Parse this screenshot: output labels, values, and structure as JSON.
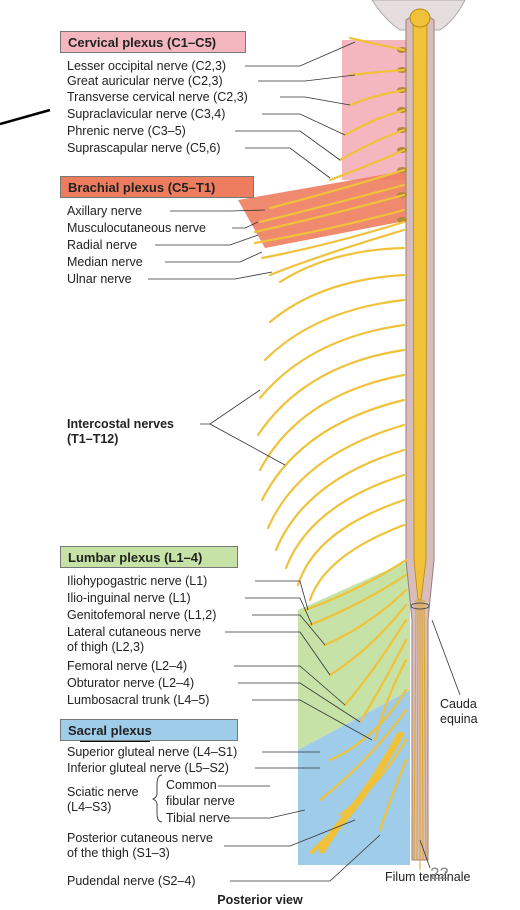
{
  "cervical": {
    "header": "Cervical plexus (C1–C5)",
    "nerves": [
      "Lesser occipital nerve (C2,3)",
      "Great auricular nerve (C2,3)",
      "Transverse cervical nerve (C2,3)",
      "Supraclavicular nerve (C3,4)",
      "Phrenic nerve (C3–5)",
      "Suprascapular nerve (C5,6)"
    ]
  },
  "brachial": {
    "header": "Brachial plexus (C5–T1)",
    "nerves": [
      "Axillary nerve",
      "Musculocutaneous nerve",
      "Radial nerve",
      "Median nerve",
      "Ulnar nerve"
    ]
  },
  "intercostal": {
    "label_line1": "Intercostal nerves",
    "label_line2": "(T1–T12)"
  },
  "lumbar": {
    "header": "Lumbar plexus (L1–4)",
    "nerves": [
      "Iliohypogastric nerve (L1)",
      "Ilio-inguinal nerve (L1)",
      "Genitofemoral nerve (L1,2)",
      "Lateral cutaneous nerve",
      "of thigh (L2,3)",
      "Femoral nerve (L2–4)",
      "Obturator nerve (L2–4)",
      "Lumbosacral trunk (L4–5)"
    ]
  },
  "sacral": {
    "header": "Sacral plexus",
    "nerves": [
      "Superior gluteal nerve (L4–S1)",
      "Inferior gluteal nerve (L5–S2)",
      "Sciatic nerve",
      "(L4–S3)",
      "Common",
      "fibular nerve",
      "Tibial nerve",
      "Posterior cutaneous nerve",
      "of the thigh (S1–3)",
      "Pudendal nerve (S2–4)"
    ]
  },
  "cauda": {
    "line1": "Cauda",
    "line2": "equina"
  },
  "filum": "Filum terminale",
  "page_number": "22",
  "caption": "Posterior view",
  "colors": {
    "cervical": "#f4b6bf",
    "brachial": "#ee7d5f",
    "lumbar": "#c6e2a6",
    "sacral": "#9fcde9",
    "nerve": "#f0c23a",
    "cord": "#c9a8a8"
  }
}
